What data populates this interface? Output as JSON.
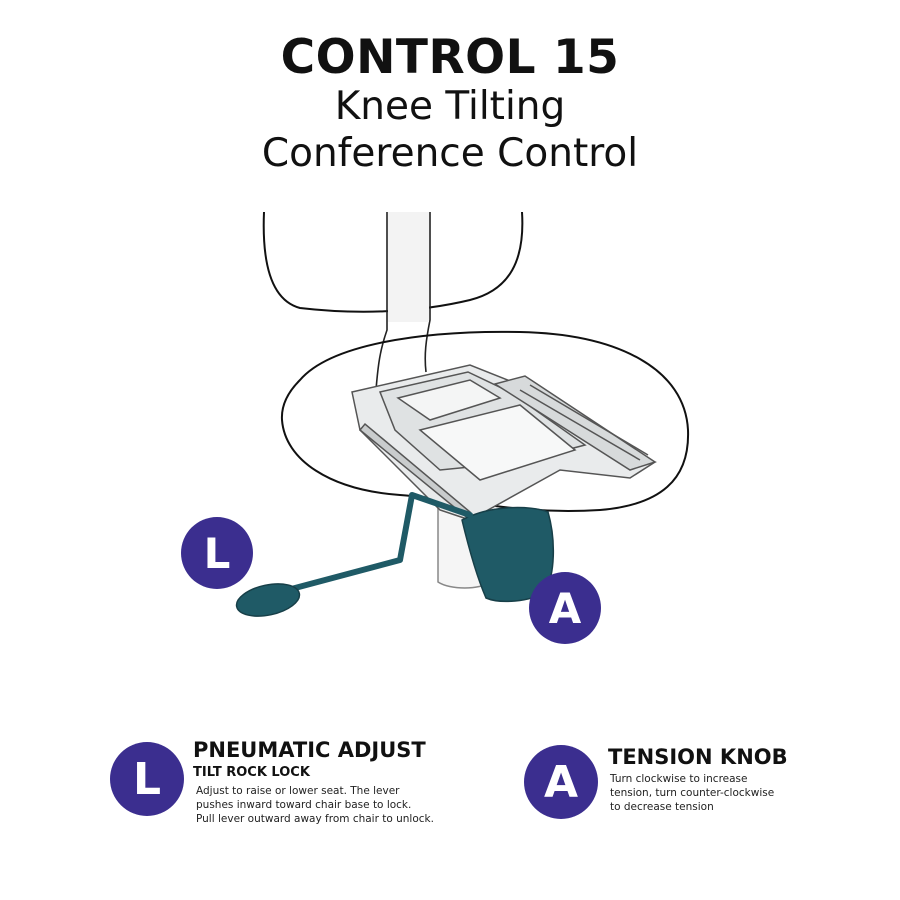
{
  "header": {
    "title": "CONTROL 15",
    "subtitle_line1": "Knee Tilting",
    "subtitle_line2": "Conference Control"
  },
  "callouts": {
    "lever_letter": "L",
    "knob_letter": "A"
  },
  "legend": [
    {
      "letter": "L",
      "title": "PNEUMATIC ADJUST",
      "subtitle": "TILT ROCK LOCK",
      "lines": [
        "Adjust to raise or lower seat. The lever",
        "pushes inward toward chair base to lock.",
        "Pull lever outward away from chair to unlock."
      ]
    },
    {
      "letter": "A",
      "title": "TENSION KNOB",
      "subtitle": "",
      "lines": [
        "Turn clockwise to increase",
        "tension, turn counter-clockwise",
        "to decrease tension"
      ]
    }
  ],
  "colors": {
    "badge": "#3b2e8f",
    "lever": "#1f5a66",
    "outline": "#111111"
  }
}
